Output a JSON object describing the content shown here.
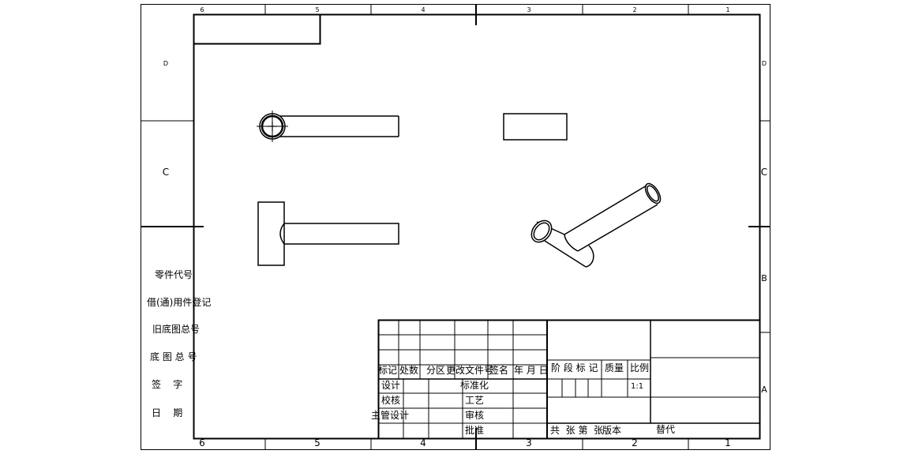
{
  "border": {
    "top_zone_numbers": [
      "6",
      "5",
      "4",
      "3",
      "2",
      "1"
    ],
    "bottom_zone_numbers": [
      "6",
      "5",
      "4",
      "3",
      "2",
      "1"
    ],
    "left_zone_letters": [
      "D",
      "C"
    ],
    "right_zone_letters": [
      "D",
      "C",
      "B",
      "A"
    ]
  },
  "left_column_labels": [
    "零件代号",
    "借(通)用件登记",
    "旧底图总号",
    "底 图 总 号",
    "签    字",
    "日    期"
  ],
  "title_block": {
    "headers": [
      "标记",
      "处数",
      "分区",
      "更改文件号",
      "签名",
      "年 月 日"
    ],
    "roles_left": [
      "设计",
      "校核",
      "主管设计"
    ],
    "roles_mid": [
      "标准化",
      "工艺",
      "审核",
      "批准"
    ],
    "stage_mark": "阶 段 标 记",
    "weight": "质量",
    "scale": "比例",
    "scale_value": "1:1",
    "sheet_count": "共  张 第  张",
    "version": "版本",
    "replaces": "替代"
  }
}
